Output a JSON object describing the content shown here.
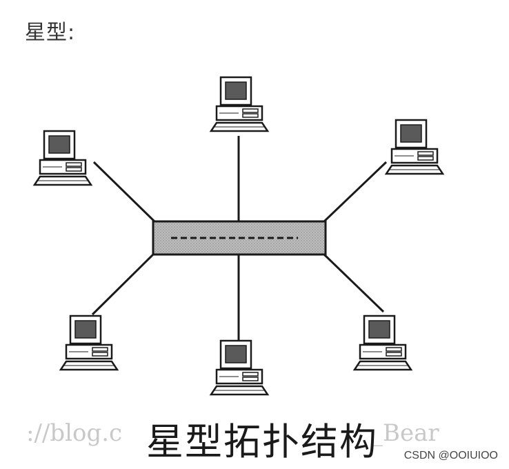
{
  "heading": "星型:",
  "caption": "星型拓扑结构",
  "watermark": {
    "url_fragment": "://blog.c",
    "user_fragment": "_Bear"
  },
  "credit": "CSDN @OOIUIOO",
  "colors": {
    "line": "#1a1a1a",
    "hub_fill": "#b5b5b5",
    "monitor_fill": "#5a5a5a"
  },
  "topology": {
    "center": "hub",
    "nodes": [
      "computer",
      "computer",
      "computer",
      "computer",
      "computer",
      "computer"
    ]
  }
}
